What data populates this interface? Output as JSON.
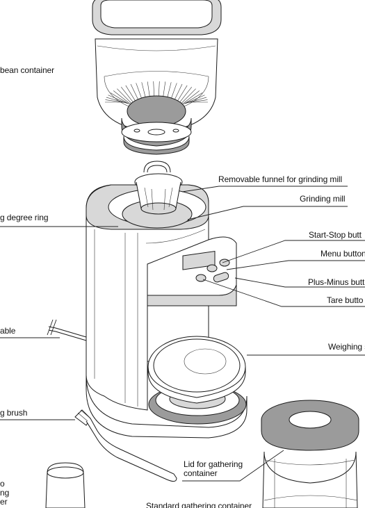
{
  "labels": {
    "bean_container": "bean container",
    "funnel": "Removable funnel for grinding mill",
    "grinding_mill": "Grinding mill",
    "degree_ring": "g degree ring",
    "start_stop": "Start-Stop butt",
    "menu": "Menu button",
    "plus_minus": "Plus-Minus butt",
    "tare": "Tare butto",
    "cable": "able",
    "weighing": "Weighing s",
    "brush": "g brush",
    "lid_gathering": "Lid for gathering container",
    "standard_gathering": "Standard gathering container",
    "left_fragment": "o ng er"
  },
  "colors": {
    "line": "#222222",
    "fill_gray": "#9b9b9b",
    "fill_light": "#d8d8d8"
  }
}
